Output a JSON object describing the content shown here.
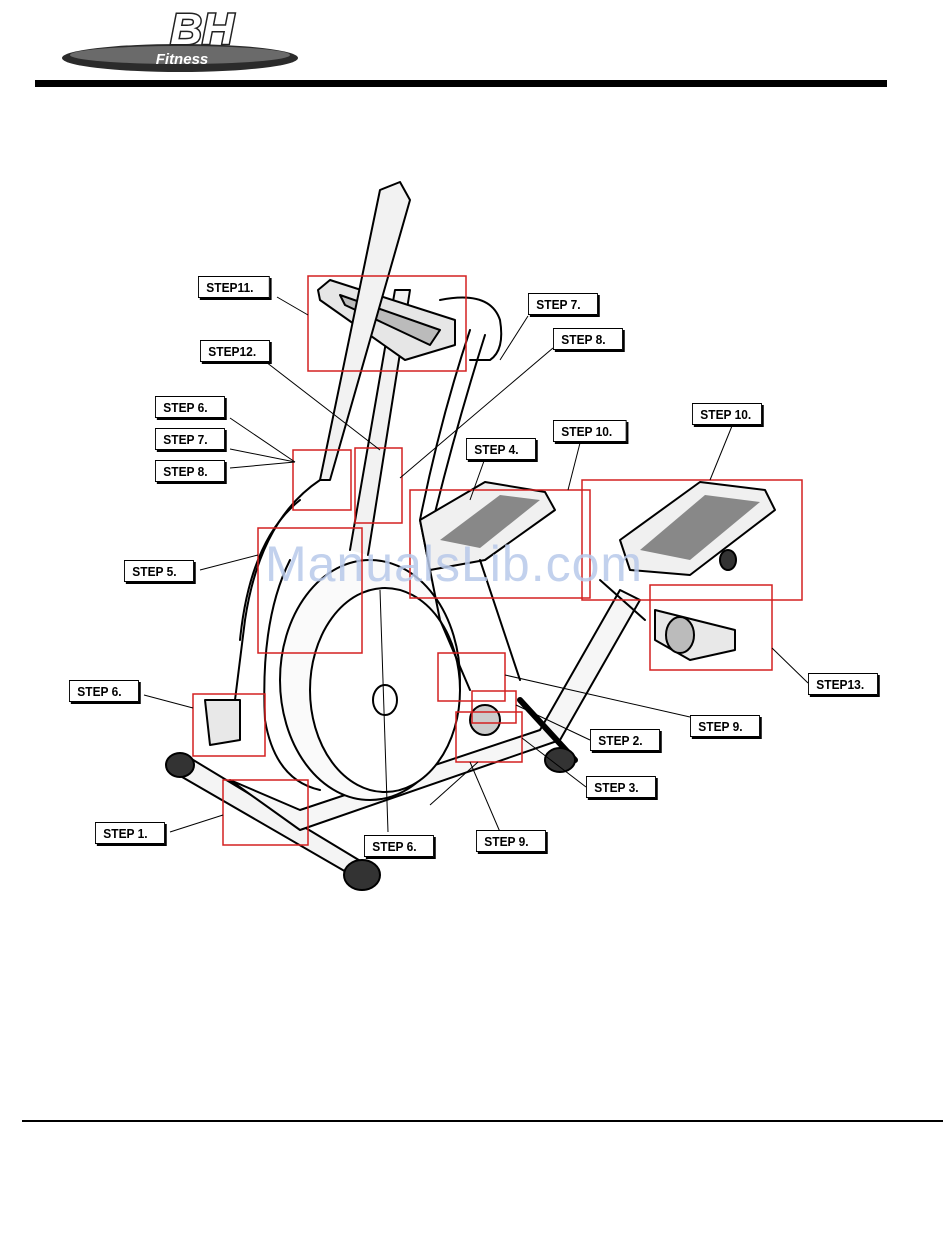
{
  "brand": {
    "logo_main": "BH",
    "logo_sub": "Fitness"
  },
  "watermark": "ManualsLib.com",
  "labels": {
    "step11": "STEP11.",
    "step12": "STEP12.",
    "step7_top": "STEP 7.",
    "step8_top": "STEP 8.",
    "step6_left": "STEP 6.",
    "step7_left": "STEP 7.",
    "step8_left": "STEP 8.",
    "step4": "STEP 4.",
    "step10_mid": "STEP 10.",
    "step10_right": "STEP 10.",
    "step5": "STEP 5.",
    "step13": "STEP13.",
    "step6_lower": "STEP 6.",
    "step9_right": "STEP 9.",
    "step2": "STEP 2.",
    "step3": "STEP 3.",
    "step1": "STEP 1.",
    "step6_bottom": "STEP 6.",
    "step9_bottom": "STEP 9."
  },
  "colors": {
    "highlight": "#d42020",
    "line": "#000000",
    "watermark": "#b8c9ea"
  }
}
